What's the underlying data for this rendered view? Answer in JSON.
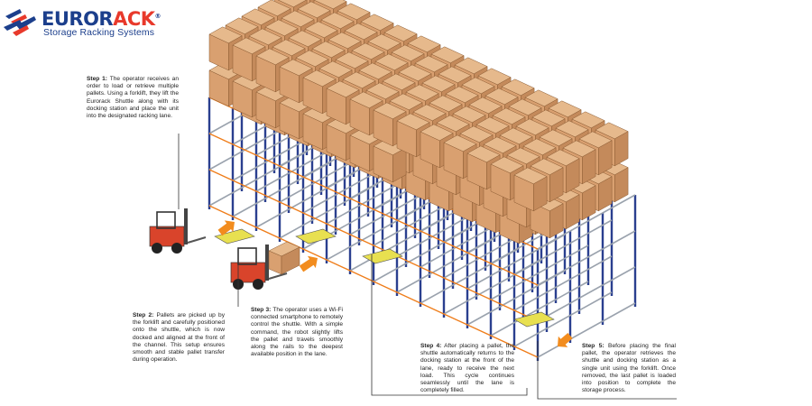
{
  "brand": {
    "name_part1": "EUROR",
    "name_part2": "ACK",
    "registered": "®",
    "tagline": "Storage Racking Systems",
    "colors": {
      "navy": "#1c3f8c",
      "red": "#e8392b"
    }
  },
  "steps": [
    {
      "label": "Step 1:",
      "text": " The operator receives an order to load or retrieve multiple pallets. Using a forklift, they lift the Eurorack Shuttle along with its docking station and place the unit into the designated racking lane."
    },
    {
      "label": "Step 2:",
      "text": " Pallets are picked up by the forklift and carefully positioned onto the shuttle, which is now docked and aligned at the front of the channel. This setup ensures smooth and stable pallet transfer during operation."
    },
    {
      "label": "Step 3:",
      "text": " The operator uses a Wi-Fi connected smartphone to remotely control the shuttle. With a simple command, the robot slightly lifts the pallet and travels smoothly along the rails to the deepest available position in the lane."
    },
    {
      "label": "Step 4:",
      "text": " After placing a pallet, the shuttle automatically returns to the docking station at the front of the lane, ready to receive the next load. This cycle continues seamlessly until the lane is completely filled."
    },
    {
      "label": "Step 5:",
      "text": " Before placing the final pallet, the operator retrieves the shuttle and docking station as a single unit using the forklift. Once removed, the last pallet is loaded into position to complete the storage process."
    }
  ],
  "colors": {
    "upright": "#2a3f8f",
    "beam": "#ef7d1a",
    "box": "#d9a070",
    "box_top": "#e6b98c",
    "box_side": "#c48a5b",
    "arrow": "#f28c1e",
    "forklift": "#d9442b",
    "shuttle": "#e8e050"
  }
}
